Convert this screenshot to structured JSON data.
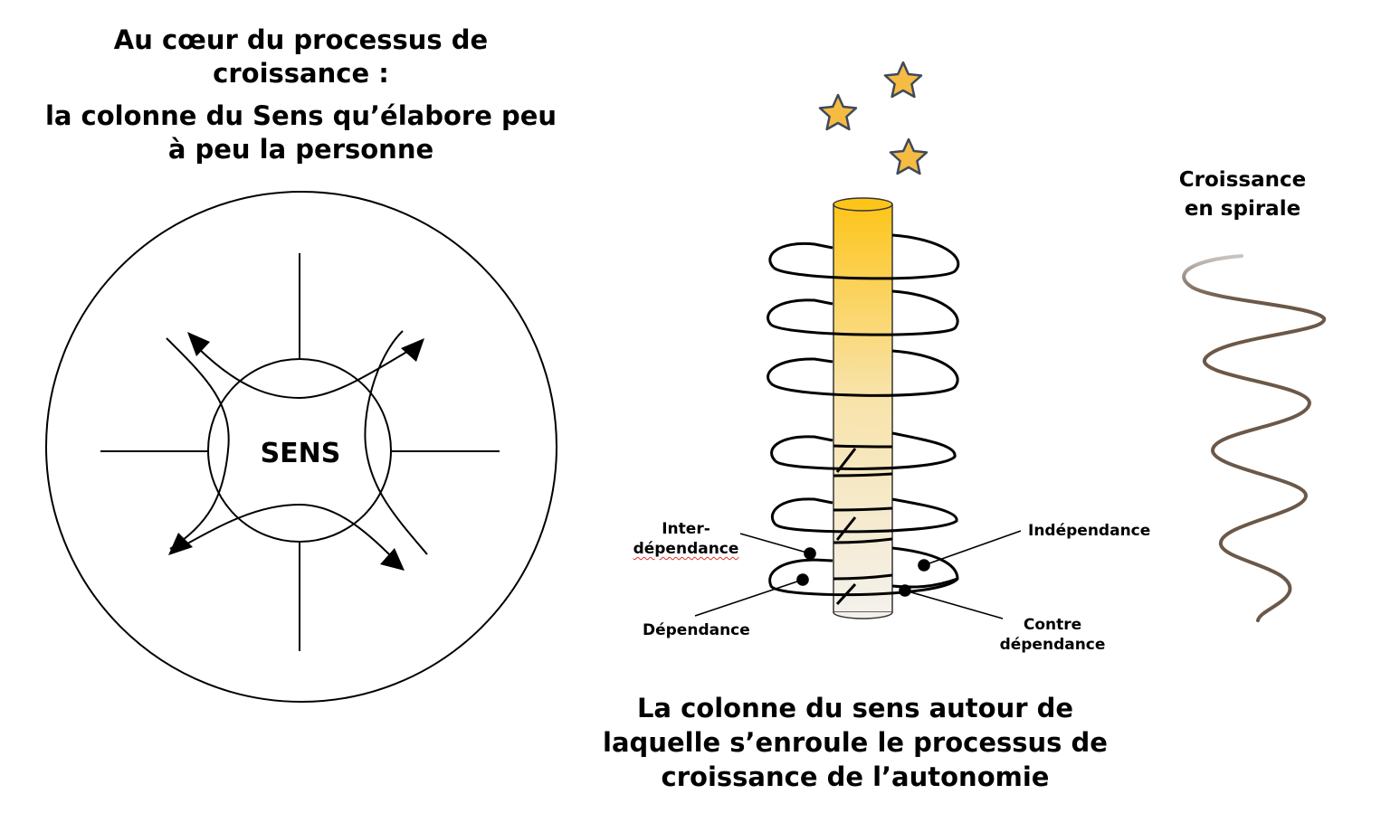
{
  "left": {
    "title_line1": "Au cœur du processus de croissance :",
    "title_line2": "la colonne du Sens qu’élabore peu à peu la personne",
    "center_label": "SENS"
  },
  "middle": {
    "caption": "La colonne du sens autour de laquelle s’enroule le processus de croissance de l’autonomie",
    "labels": {
      "inter_line1": "Inter-",
      "inter_line2": "dépendance",
      "independance": "Indépendance",
      "dependance": "Dépendance",
      "contre_line1": "Contre",
      "contre_line2": "dépendance"
    },
    "star_count": 3
  },
  "right": {
    "title_line1": "Croissance",
    "title_line2": "en spirale"
  },
  "colors": {
    "ink": "#000000",
    "column_top": "#fdc51a",
    "column_bottom": "#f4f1ec",
    "star_fill": "#f6bb42",
    "star_stroke": "#3e4a5c",
    "spiral": "#6b5848"
  }
}
